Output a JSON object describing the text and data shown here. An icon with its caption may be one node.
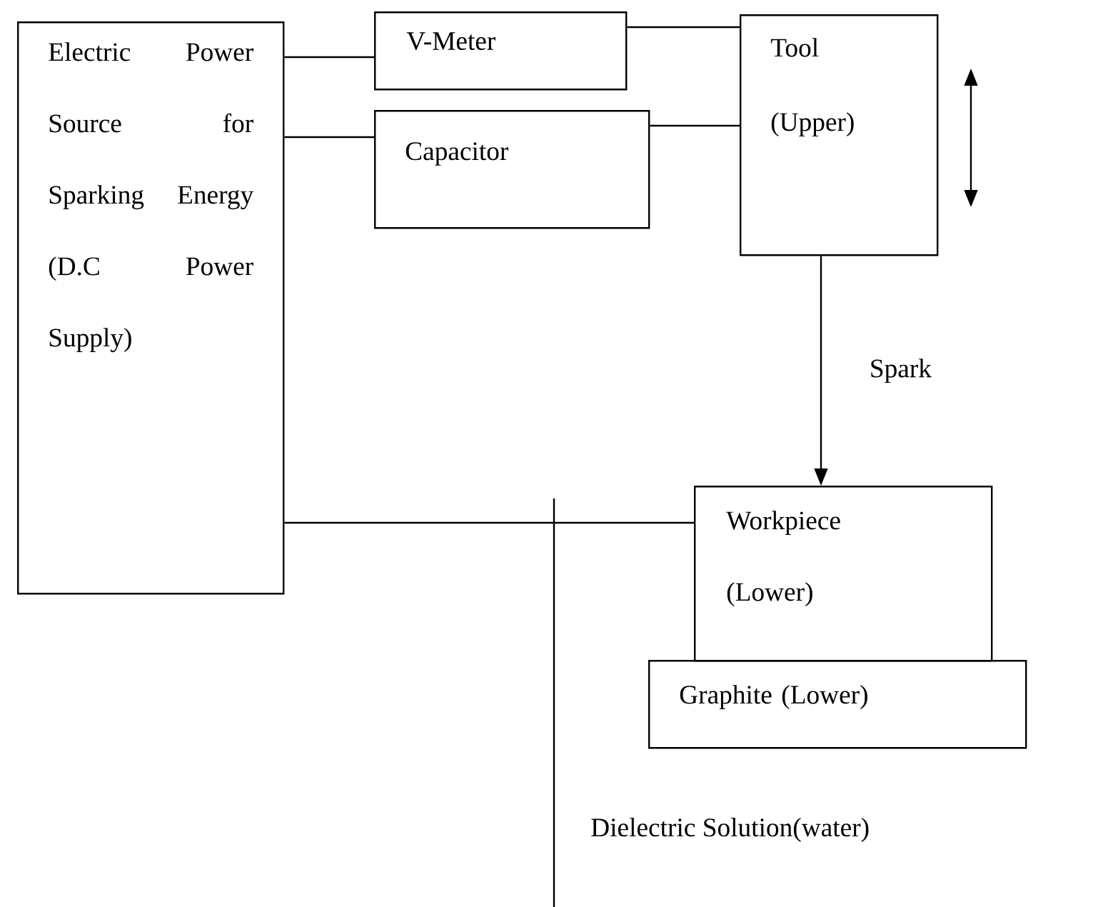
{
  "diagram": {
    "nodes": [
      {
        "text": [
          "Electric Power Source for Sparking Energy (D.C Power Supply)"
        ]
      },
      {
        "text": [
          "V-Meter"
        ]
      },
      {
        "text": [
          "Capacitor"
        ]
      },
      {
        "text": [
          "Tool (Upper)"
        ]
      },
      {
        "text": [
          "Workpiece (Lower)"
        ]
      },
      {
        "text": [
          "Graphite (Lower)"
        ]
      }
    ],
    "edges": [
      {
        "from": 0,
        "to": 1,
        "arrow": "none"
      },
      {
        "from": 0,
        "to": 2,
        "arrow": "none"
      },
      {
        "from": 1,
        "to": 3,
        "arrow": "none"
      },
      {
        "from": 2,
        "to": 3,
        "arrow": "none"
      },
      {
        "from": 3,
        "to": 4,
        "arrow": "to",
        "label": "Spark"
      },
      {
        "from": 0,
        "to": 4,
        "arrow": "none"
      }
    ],
    "labels": [
      "Dielectric Solution(water)"
    ]
  }
}
